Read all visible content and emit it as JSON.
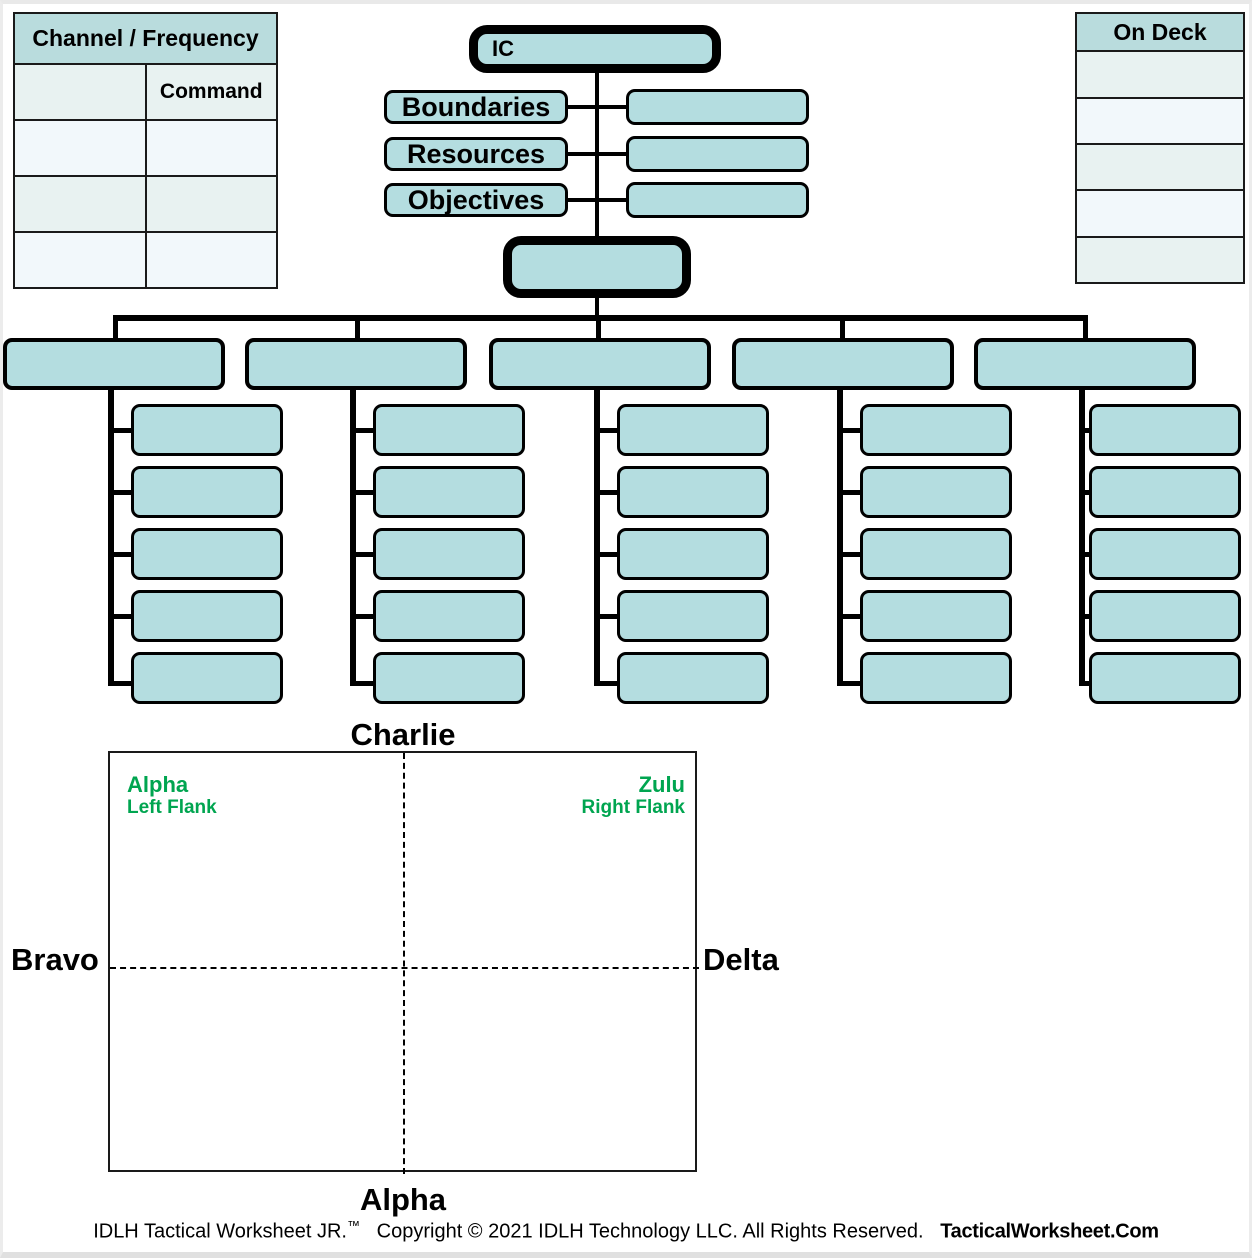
{
  "channel_table": {
    "header": "Channel / Frequency",
    "rows": [
      {
        "left": "",
        "right": "Command"
      },
      {
        "left": "",
        "right": ""
      },
      {
        "left": "",
        "right": ""
      },
      {
        "left": "",
        "right": ""
      }
    ]
  },
  "on_deck_table": {
    "header": "On Deck",
    "rows": [
      "",
      "",
      "",
      "",
      ""
    ]
  },
  "command_chart": {
    "ic_label": "IC",
    "ic_value": "",
    "second_box_value": "",
    "rows": [
      {
        "label": "Boundaries",
        "value": ""
      },
      {
        "label": "Resources",
        "value": ""
      },
      {
        "label": "Objectives",
        "value": ""
      }
    ]
  },
  "divisions": [
    {
      "name": "",
      "units": [
        "",
        "",
        "",
        "",
        ""
      ]
    },
    {
      "name": "",
      "units": [
        "",
        "",
        "",
        "",
        ""
      ]
    },
    {
      "name": "",
      "units": [
        "",
        "",
        "",
        "",
        ""
      ]
    },
    {
      "name": "",
      "units": [
        "",
        "",
        "",
        "",
        ""
      ]
    },
    {
      "name": "",
      "units": [
        "",
        "",
        "",
        "",
        ""
      ]
    }
  ],
  "quadrant": {
    "top_label": "Charlie",
    "left_label": "Bravo",
    "right_label": "Delta",
    "bottom_label": "Alpha",
    "flanks": [
      {
        "name": "Alpha",
        "sub": "Left Flank"
      },
      {
        "name": "Zulu",
        "sub": "Right Flank"
      }
    ]
  },
  "footer": {
    "product": "IDLH Tactical Worksheet JR.",
    "trademark": "™",
    "copyright": "Copyright © 2021 IDLH Technology LLC. All Rights Reserved.",
    "website": "TacticalWorksheet.Com"
  },
  "colors": {
    "box_fill": "#b4dde0",
    "header_fill": "#b9dcdd",
    "row_a": "#e8f2f1",
    "row_b": "#f2f8fb",
    "flank_green": "#00a550",
    "line": "#000000"
  }
}
